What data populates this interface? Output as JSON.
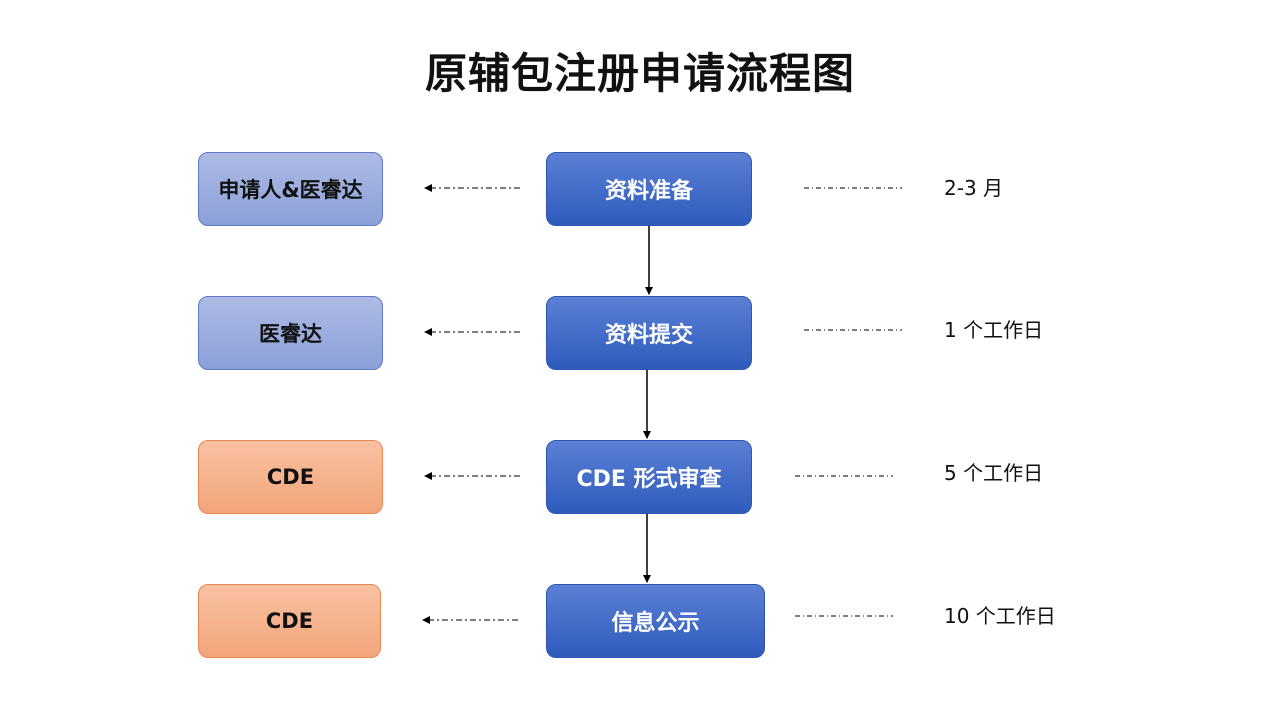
{
  "title": "原辅包注册申请流程图",
  "rows": [
    {
      "role": "申请人&医睿达",
      "role_color": "#8aa0d8",
      "step": "资料准备",
      "duration": "2-3 月"
    },
    {
      "role": "医睿达",
      "role_color": "#8aa0d8",
      "step": "资料提交",
      "duration": "1 个工作日"
    },
    {
      "role": "CDE",
      "role_color": "#f3a57b",
      "step": "CDE 形式审查",
      "duration": "5 个工作日"
    },
    {
      "role": "CDE",
      "role_color": "#f3a57b",
      "step": "信息公示",
      "duration": "10 个工作日"
    }
  ],
  "colors": {
    "step_fill": "#2f5bbd",
    "connector": "#000000"
  }
}
